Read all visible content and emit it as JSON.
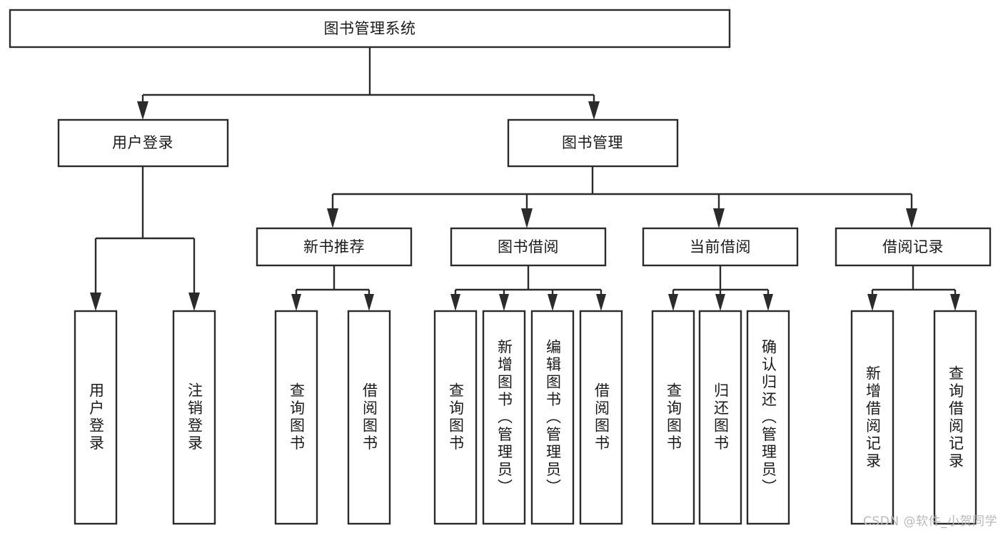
{
  "diagram": {
    "type": "tree-hierarchy-flowchart",
    "title": "图书管理系统",
    "orientation": "top-down",
    "levels": 3,
    "root": {
      "id": "root",
      "label": "图书管理系统",
      "text_direction": "horizontal"
    },
    "level2": [
      {
        "id": "user-login",
        "label": "用户登录",
        "text_direction": "horizontal"
      },
      {
        "id": "book-management",
        "label": "图书管理",
        "text_direction": "horizontal"
      }
    ],
    "level3": [
      {
        "id": "new-book-recommend",
        "label": "新书推荐",
        "parent": "book-management",
        "text_direction": "horizontal"
      },
      {
        "id": "book-borrow",
        "label": "图书借阅",
        "parent": "book-management",
        "text_direction": "horizontal"
      },
      {
        "id": "current-borrow",
        "label": "当前借阅",
        "parent": "book-management",
        "text_direction": "horizontal"
      },
      {
        "id": "borrow-record",
        "label": "借阅记录",
        "parent": "book-management",
        "text_direction": "horizontal"
      }
    ],
    "leaves": [
      {
        "id": "leaf-user-login",
        "label": "用户登录",
        "parent": "user-login",
        "text_direction": "vertical"
      },
      {
        "id": "leaf-logout",
        "label": "注销登录",
        "parent": "user-login",
        "text_direction": "vertical"
      },
      {
        "id": "leaf-query-book-1",
        "label": "查询图书",
        "parent": "new-book-recommend",
        "text_direction": "vertical"
      },
      {
        "id": "leaf-borrow-book-1",
        "label": "借阅图书",
        "parent": "new-book-recommend",
        "text_direction": "vertical"
      },
      {
        "id": "leaf-query-book-2",
        "label": "查询图书",
        "parent": "book-borrow",
        "text_direction": "vertical"
      },
      {
        "id": "leaf-add-book",
        "label": "新增图书（管理员）",
        "parent": "book-borrow",
        "text_direction": "vertical"
      },
      {
        "id": "leaf-edit-book",
        "label": "编辑图书（管理员）",
        "parent": "book-borrow",
        "text_direction": "vertical"
      },
      {
        "id": "leaf-borrow-book-2",
        "label": "借阅图书",
        "parent": "book-borrow",
        "text_direction": "vertical"
      },
      {
        "id": "leaf-query-book-3",
        "label": "查询图书",
        "parent": "current-borrow",
        "text_direction": "vertical"
      },
      {
        "id": "leaf-return-book",
        "label": "归还图书",
        "parent": "current-borrow",
        "text_direction": "vertical"
      },
      {
        "id": "leaf-confirm-return",
        "label": "确认归还（管理员）",
        "parent": "current-borrow",
        "text_direction": "vertical"
      },
      {
        "id": "leaf-add-record",
        "label": "新增借阅记录",
        "parent": "borrow-record",
        "text_direction": "vertical"
      },
      {
        "id": "leaf-query-record",
        "label": "查询借阅记录",
        "parent": "borrow-record",
        "text_direction": "vertical"
      }
    ],
    "colors": {
      "box_stroke": "#2b2b2b",
      "box_fill": "#ffffff",
      "connector": "#2b2b2b",
      "text": "#1a1a1a",
      "background": "#ffffff",
      "watermark": "#b9b9b9"
    }
  },
  "watermark": {
    "text": "CSDN @软件_小贺同学"
  }
}
